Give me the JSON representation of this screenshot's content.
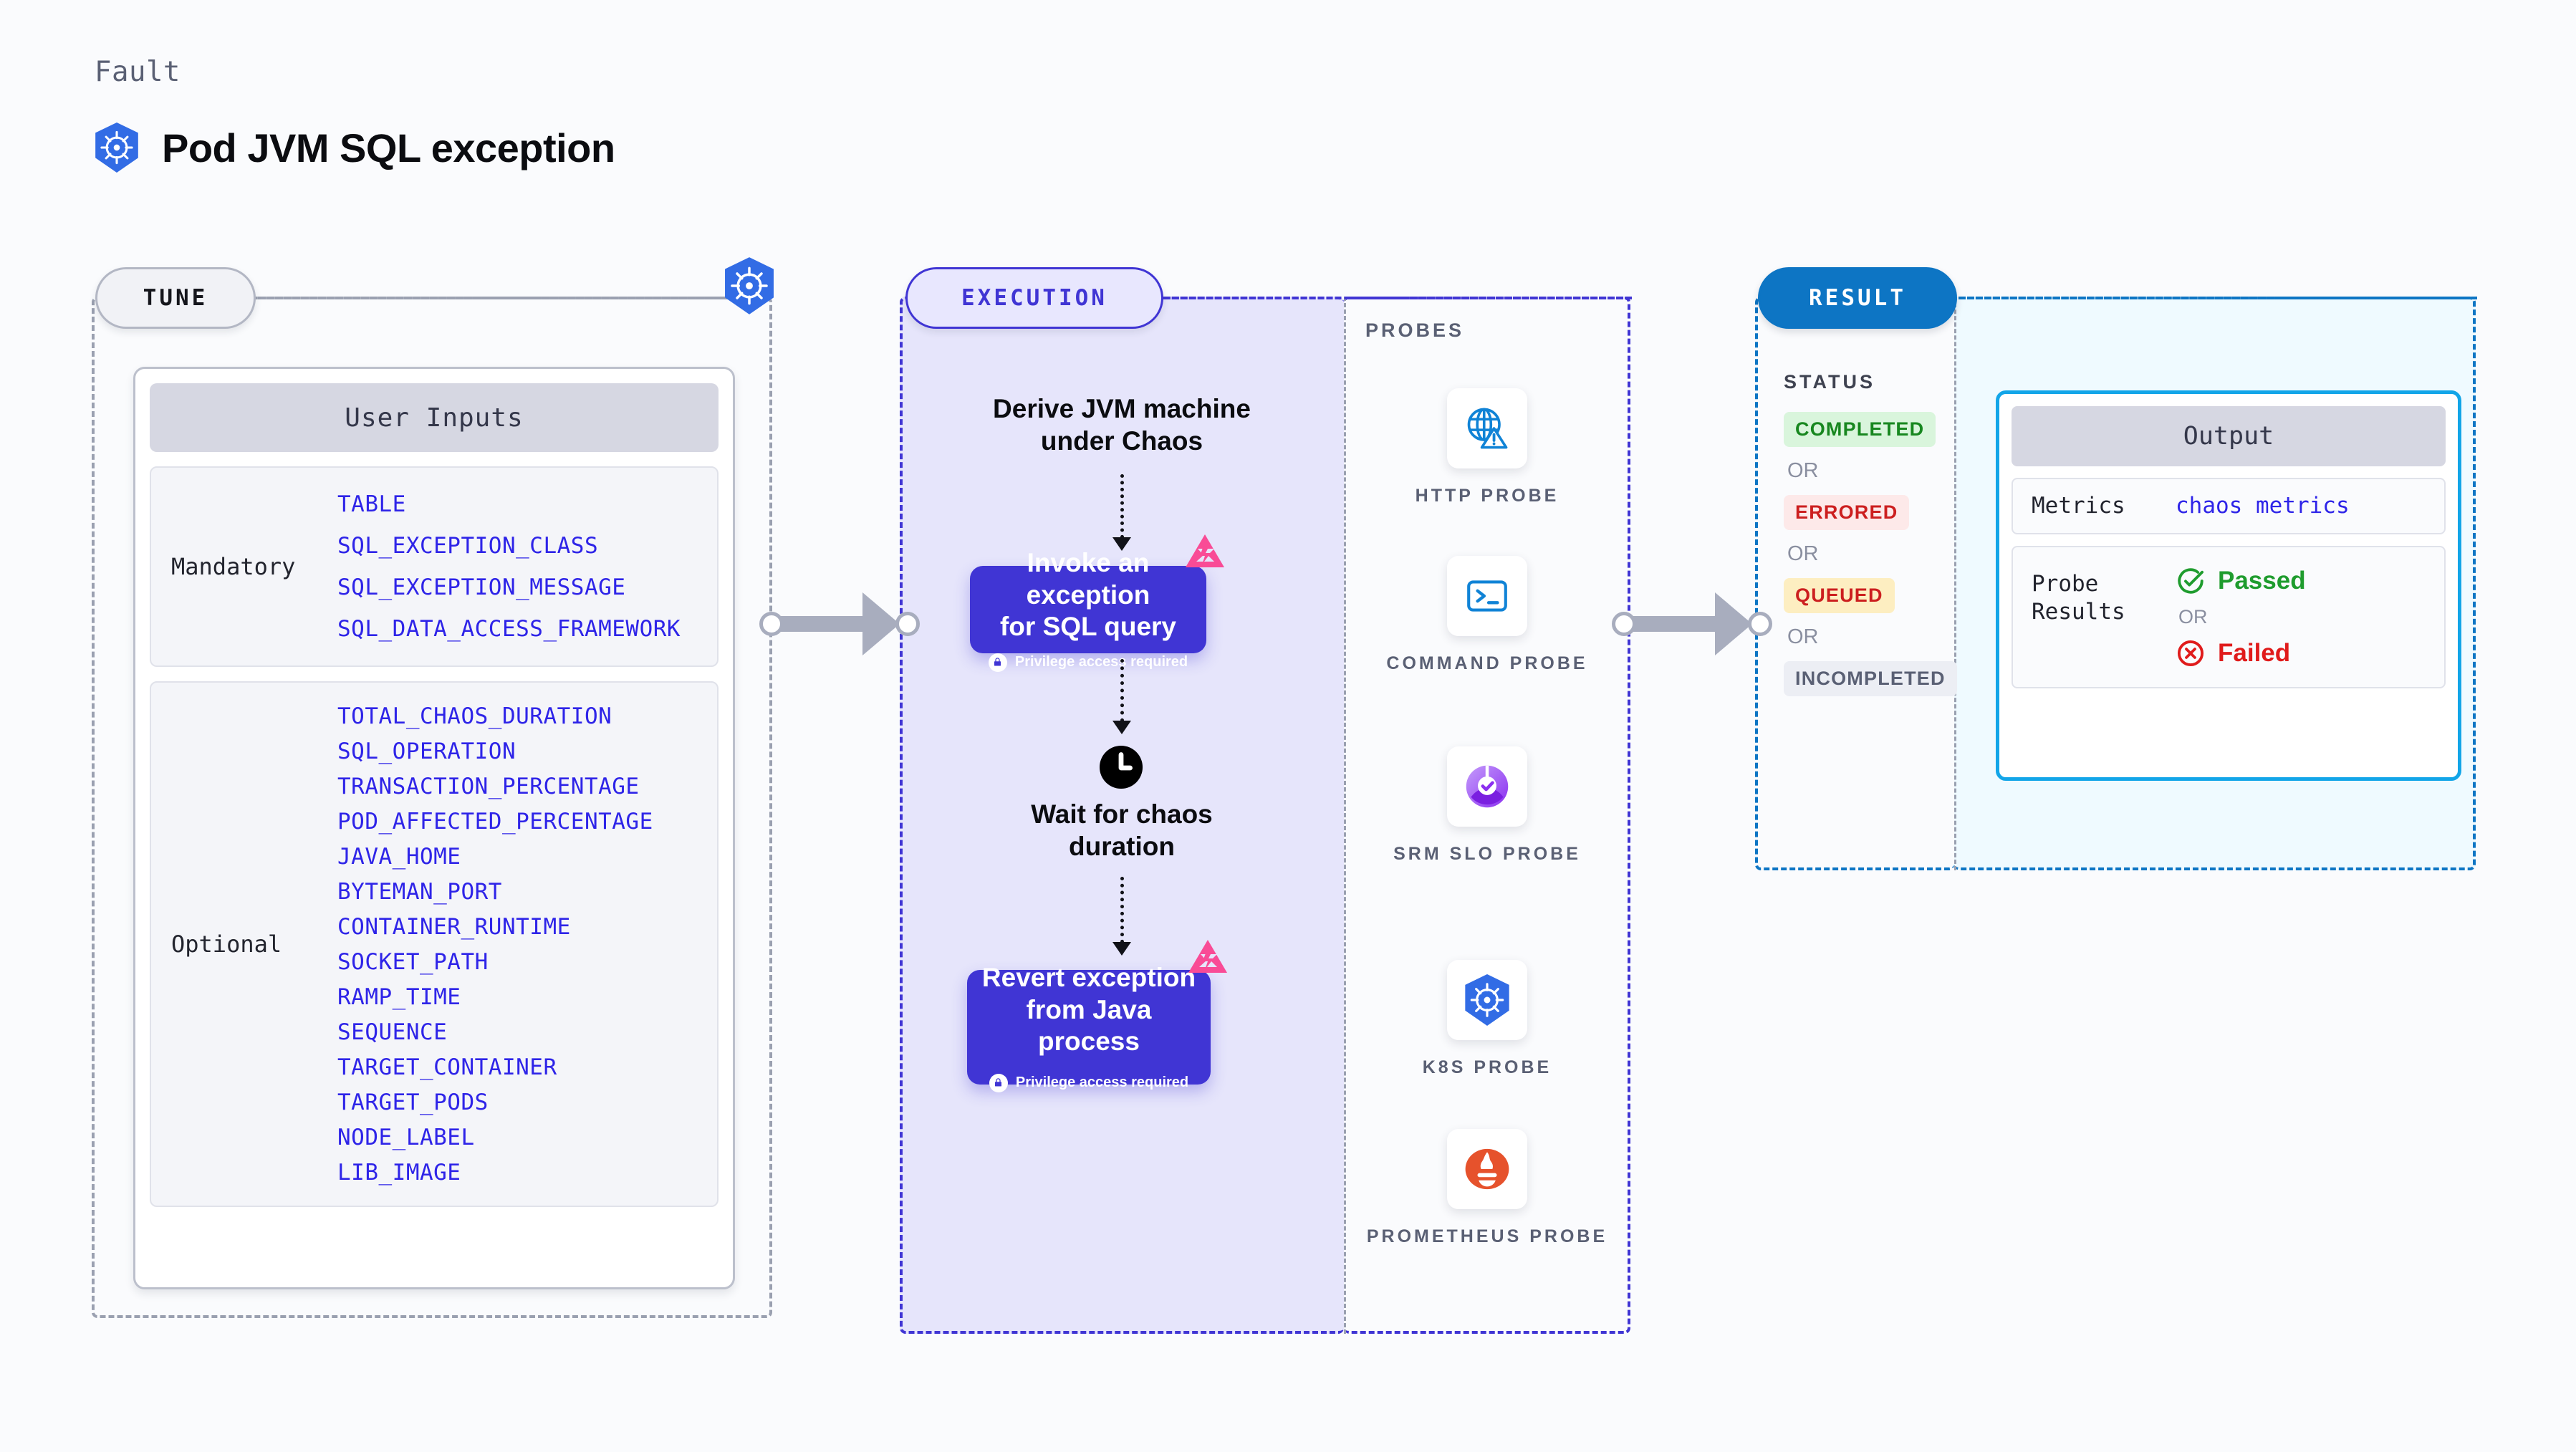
{
  "header": {
    "eyebrow": "Fault",
    "title": "Pod JVM SQL exception",
    "icon": "kubernetes-icon"
  },
  "colors": {
    "accent_purple": "#4035d4",
    "accent_blue": "#0d75c4",
    "accent_cyan": "#12a5e8",
    "pink": "#f94b96",
    "mono_blue": "#2e24e8",
    "grey": "#9aa0b0"
  },
  "tune": {
    "pill_label": "TUNE",
    "card_title": "User Inputs",
    "groups": [
      {
        "label": "Mandatory",
        "items": [
          "TABLE",
          "SQL_EXCEPTION_CLASS",
          "SQL_EXCEPTION_MESSAGE",
          "SQL_DATA_ACCESS_FRAMEWORK"
        ]
      },
      {
        "label": "Optional",
        "items": [
          "TOTAL_CHAOS_DURATION",
          "SQL_OPERATION",
          "TRANSACTION_PERCENTAGE",
          "POD_AFFECTED_PERCENTAGE",
          "JAVA_HOME",
          "BYTEMAN_PORT",
          "CONTAINER_RUNTIME",
          "SOCKET_PATH",
          "RAMP_TIME",
          "SEQUENCE",
          "TARGET_CONTAINER",
          "TARGET_PODS",
          "NODE_LABEL",
          "LIB_IMAGE"
        ]
      }
    ]
  },
  "execution": {
    "pill_label": "EXECUTION",
    "steps": [
      {
        "type": "text",
        "label": "Derive JVM machine\nunder Chaos"
      },
      {
        "type": "card",
        "label": "Invoke an exception\nfor SQL query",
        "note": "Privilege access required",
        "badge": "litmus-icon"
      },
      {
        "type": "clock",
        "label": "Wait for chaos\nduration",
        "icon": "clock-icon"
      },
      {
        "type": "card",
        "label": "Revert exception\nfrom Java process",
        "note": "Privilege access required",
        "badge": "litmus-icon"
      }
    ]
  },
  "probes": {
    "label": "PROBES",
    "items": [
      {
        "name": "HTTP PROBE",
        "icon": "globe-warning-icon"
      },
      {
        "name": "COMMAND PROBE",
        "icon": "terminal-icon"
      },
      {
        "name": "SRM SLO PROBE",
        "icon": "srm-slo-icon"
      },
      {
        "name": "K8S PROBE",
        "icon": "kubernetes-icon"
      },
      {
        "name": "PROMETHEUS PROBE",
        "icon": "prometheus-icon"
      }
    ]
  },
  "result": {
    "pill_label": "RESULT",
    "status_label": "STATUS",
    "or_label": "OR",
    "statuses": [
      {
        "label": "COMPLETED",
        "bg": "#d9f5dc",
        "fg": "#17871f"
      },
      {
        "label": "ERRORED",
        "bg": "#fde9e9",
        "fg": "#cc1f1f"
      },
      {
        "label": "QUEUED",
        "bg": "#fdeec1",
        "fg": "#cc1f1f"
      },
      {
        "label": "INCOMPLETED",
        "bg": "#eceef4",
        "fg": "#5a6074"
      }
    ]
  },
  "output": {
    "title": "Output",
    "metrics_label": "Metrics",
    "metrics_value": "chaos metrics",
    "probe_results_label": "Probe\nResults",
    "or_label": "OR",
    "passed_label": "Passed",
    "failed_label": "Failed",
    "passed_icon": "check-circle-icon",
    "failed_icon": "x-circle-icon"
  }
}
